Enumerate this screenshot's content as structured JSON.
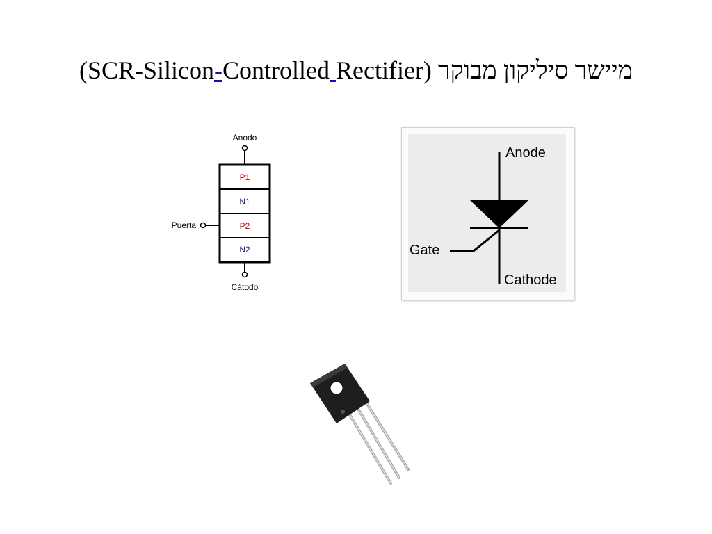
{
  "slide": {
    "title": {
      "open_paren": "(SCR-Silicon",
      "dash": "-",
      "controlled": "Controlled",
      "space": " ",
      "rectifier": "Rectifier)",
      "hebrew": "מיישר סיליקון מבוקר"
    }
  },
  "layers_diagram": {
    "anode_label": "Anodo",
    "gate_label": "Puerta",
    "cathode_label": "Cátodo",
    "layers": [
      {
        "label": "P1",
        "color": "#c00000"
      },
      {
        "label": "N1",
        "color": "#1a1a8c"
      },
      {
        "label": "P2",
        "color": "#c00000"
      },
      {
        "label": "N2",
        "color": "#1a1a8c"
      }
    ]
  },
  "symbol_diagram": {
    "anode_label": "Anode",
    "gate_label": "Gate",
    "cathode_label": "Cathode"
  },
  "device_photo": {
    "kind": "TO-126 thyristor package"
  }
}
